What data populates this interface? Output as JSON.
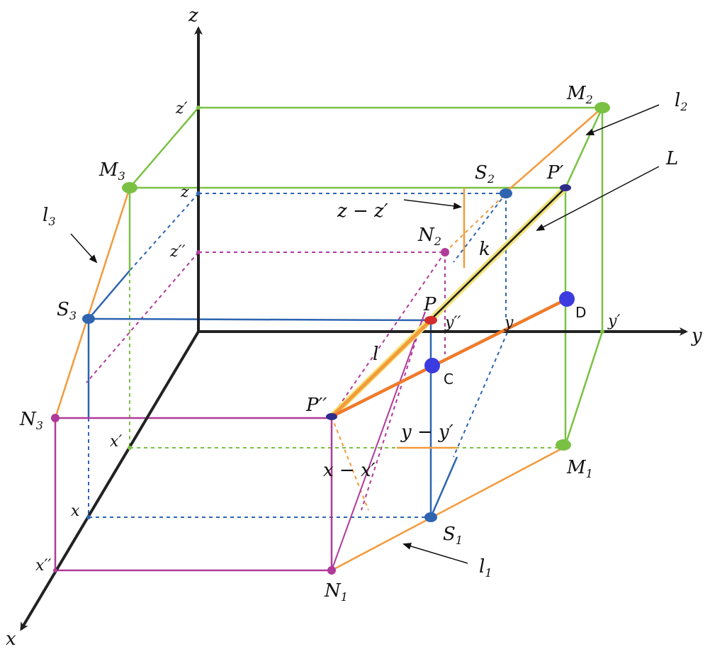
{
  "colors": {
    "axis": "#222222",
    "green": "#7ac143",
    "blue": "#2e64b0",
    "magenta": "#b03a9a",
    "orange": "#f39a3b",
    "red_line": "#f07a2a",
    "black_line": "#1a1a1a",
    "yellow_glow": "#f2e27a",
    "red_point": "#d12b2b",
    "blue_point": "#3b3be0"
  },
  "labels": {
    "axis_z": "z",
    "axis_y": "y",
    "axis_x": "x",
    "z_prime": "z′",
    "z": "z",
    "z_dprime": "z′′",
    "x_prime": "x′",
    "x": "x",
    "x_dprime": "x′′",
    "y_prime": "y′",
    "y": "y",
    "y_dprime": "y′′",
    "M2": "M",
    "M2_sub": "2",
    "M3": "M",
    "M3_sub": "3",
    "M1": "M",
    "M1_sub": "1",
    "S2": "S",
    "S2_sub": "2",
    "S3": "S",
    "S3_sub": "3",
    "S1": "S",
    "S1_sub": "1",
    "N2": "N",
    "N2_sub": "2",
    "N3": "N",
    "N3_sub": "3",
    "N1": "N",
    "N1_sub": "1",
    "P_prime": "P′",
    "P": "P",
    "P_dprime": "P′′",
    "l2": "l",
    "l2_sub": "2",
    "l3": "l",
    "l3_sub": "3",
    "l1": "l",
    "l1_sub": "1",
    "L": "L",
    "k": "k",
    "l": "l",
    "z_minus_zp": "z − z′",
    "y_minus_yp": "y − y′",
    "x_minus_xp": "x − x′",
    "C": "C",
    "D": "D"
  }
}
